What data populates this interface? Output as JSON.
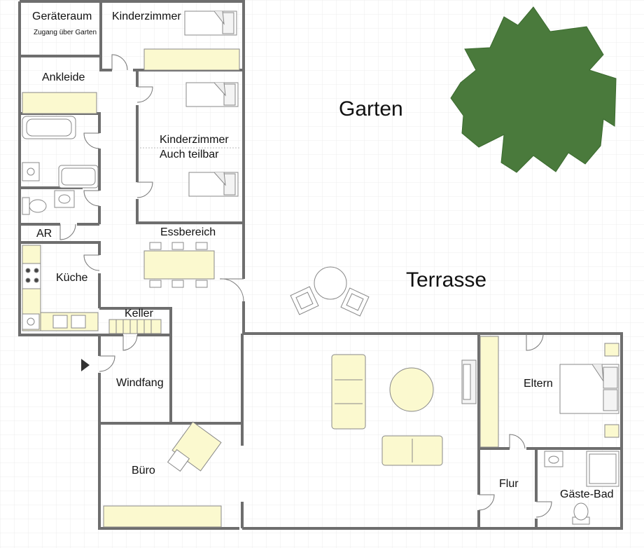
{
  "labels": {
    "geraeteraum": "Geräteraum",
    "geraeteraum_note": "Zugang über Garten",
    "kinderzimmer1": "Kinderzimmer",
    "ankleide": "Ankleide",
    "kinderzimmer2": "Kinderzimmer",
    "kinderzimmer2_note": "Auch teilbar",
    "ar": "AR",
    "kueche": "Küche",
    "essbereich": "Essbereich",
    "keller": "Keller",
    "windfang": "Windfang",
    "buero": "Büro",
    "garten": "Garten",
    "terrasse": "Terrasse",
    "eltern": "Eltern",
    "flur": "Flur",
    "gaeste_bad": "Gäste-Bad"
  },
  "colors": {
    "wall": "#6e6e6e",
    "furniture_fill": "#fbf9cf",
    "furniture_stroke": "#888888",
    "grid": "#ececec",
    "tree": "#4a7a3c"
  },
  "icons": {
    "entrance": "entrance-arrow-icon",
    "tree": "tree-icon"
  }
}
